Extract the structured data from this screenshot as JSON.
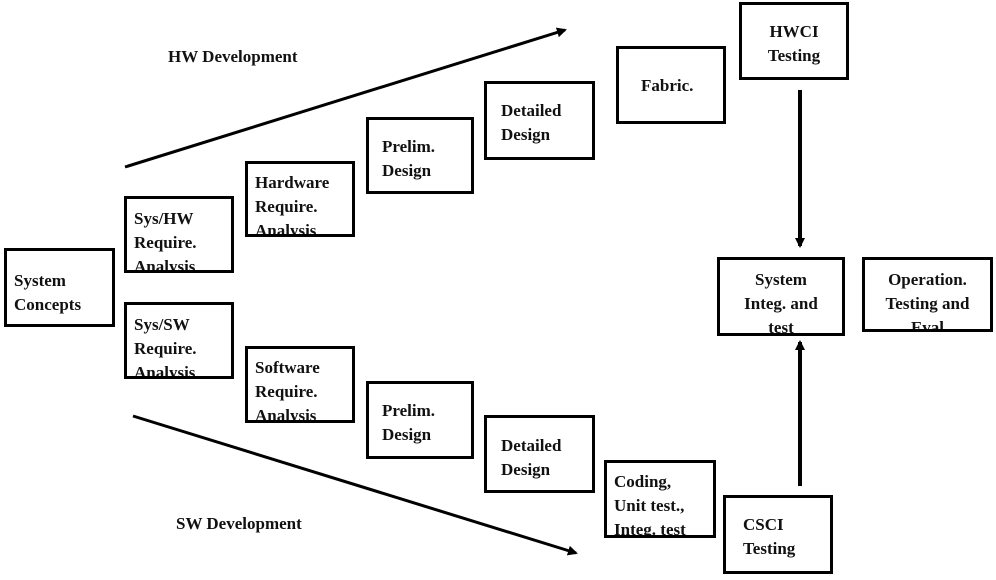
{
  "labels": {
    "hw_development": "HW Development",
    "sw_development": "SW Development"
  },
  "boxes": {
    "system_concepts": "System\nConcepts",
    "sys_hw_require": "Sys/HW\nRequire.\nAnalysis",
    "sys_sw_require": "Sys/SW\nRequire.\nAnalysis",
    "hardware_require": "Hardware\nRequire.\nAnalysis",
    "software_require": "Software\nRequire.\nAnalysis",
    "prelim_design_hw": "Prelim.\nDesign",
    "prelim_design_sw": "Prelim.\nDesign",
    "detailed_design_hw": "Detailed\nDesign",
    "detailed_design_sw": "Detailed\nDesign",
    "fabric": "Fabric.",
    "coding": "Coding,\nUnit test.,\nInteg. test",
    "hwci_testing": "HWCI\nTesting",
    "csci_testing": "CSCI\nTesting",
    "system_integ": "System\nInteg. and\ntest",
    "operation": "Operation.\nTesting and\nEval"
  }
}
